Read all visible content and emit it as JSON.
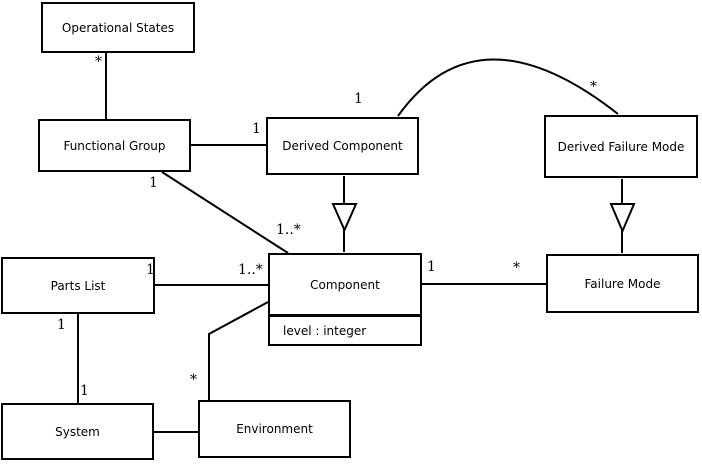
{
  "diagram": {
    "kind": "uml-class-diagram",
    "background_color": "#ffffff",
    "line_color": "#000000",
    "classes": [
      {
        "name": "Operational States"
      },
      {
        "name": "Functional Group"
      },
      {
        "name": "Derived Component"
      },
      {
        "name": "Derived Failure Mode"
      },
      {
        "name": "Parts List"
      },
      {
        "name": "Component",
        "attributes": [
          "level : integer"
        ]
      },
      {
        "name": "Failure Mode"
      },
      {
        "name": "System"
      },
      {
        "name": "Environment"
      }
    ],
    "relationships": [
      {
        "from": "Operational States",
        "to": "Functional Group",
        "type": "association",
        "from_multiplicity": "*",
        "to_multiplicity": ""
      },
      {
        "from": "Functional Group",
        "to": "Derived Component",
        "type": "association",
        "from_multiplicity": "",
        "to_multiplicity": "1"
      },
      {
        "from": "Derived Component",
        "to": "Derived Failure Mode",
        "type": "association",
        "from_multiplicity": "1",
        "to_multiplicity": "*"
      },
      {
        "from": "Functional Group",
        "to": "Component",
        "type": "association",
        "from_multiplicity": "1",
        "to_multiplicity": "1..*"
      },
      {
        "from": "Derived Component",
        "to": "Component",
        "type": "generalization",
        "from_multiplicity": "",
        "to_multiplicity": ""
      },
      {
        "from": "Derived Failure Mode",
        "to": "Failure Mode",
        "type": "generalization",
        "from_multiplicity": "",
        "to_multiplicity": ""
      },
      {
        "from": "Parts List",
        "to": "Component",
        "type": "association",
        "from_multiplicity": "1",
        "to_multiplicity": "1..*"
      },
      {
        "from": "Component",
        "to": "Failure Mode",
        "type": "association",
        "from_multiplicity": "1",
        "to_multiplicity": "*"
      },
      {
        "from": "Parts List",
        "to": "System",
        "type": "association",
        "from_multiplicity": "1",
        "to_multiplicity": "1"
      },
      {
        "from": "Component",
        "to": "Environment",
        "type": "association",
        "from_multiplicity": "",
        "to_multiplicity": "*"
      },
      {
        "from": "System",
        "to": "Environment",
        "type": "association",
        "from_multiplicity": "",
        "to_multiplicity": ""
      }
    ]
  },
  "labels": [
    {
      "text": "*"
    },
    {
      "text": "1"
    },
    {
      "text": "1"
    },
    {
      "text": "*"
    },
    {
      "text": "1"
    },
    {
      "text": "1..*"
    },
    {
      "text": "1"
    },
    {
      "text": "1..*"
    },
    {
      "text": "1"
    },
    {
      "text": "*"
    },
    {
      "text": "1"
    },
    {
      "text": "1"
    },
    {
      "text": "*"
    }
  ]
}
